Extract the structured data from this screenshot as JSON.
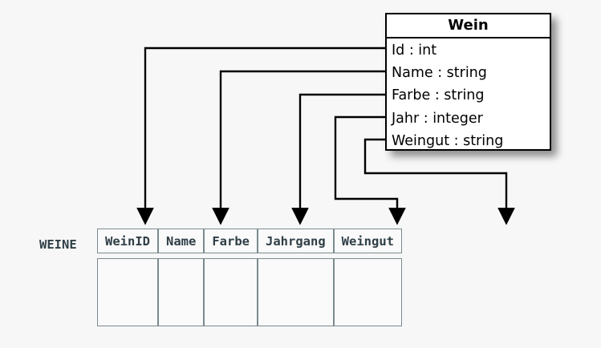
{
  "diagram": {
    "title_hidden": "",
    "background_color": "#f7f7f7",
    "line_color": "#000000",
    "table_border_color": "#7a8a8f",
    "table_text_color": "#2f3e46"
  },
  "uml_class": {
    "name": "Wein",
    "attributes": [
      {
        "label": "Id : int",
        "name": "Id",
        "type": "int"
      },
      {
        "label": "Name : string",
        "name": "Name",
        "type": "string"
      },
      {
        "label": "Farbe : string",
        "name": "Farbe",
        "type": "string"
      },
      {
        "label": "Jahr : integer",
        "name": "Jahr",
        "type": "integer"
      },
      {
        "label": "Weingut : string",
        "name": "Weingut",
        "type": "string"
      }
    ]
  },
  "relational_table": {
    "label": "WEINE",
    "columns": [
      {
        "header": "WeinID"
      },
      {
        "header": "Name"
      },
      {
        "header": "Farbe"
      },
      {
        "header": "Jahrgang"
      },
      {
        "header": "Weingut"
      }
    ],
    "rows": [
      {
        "cells": [
          "",
          "",
          "",
          "",
          ""
        ]
      }
    ]
  },
  "mappings": [
    {
      "from": "Id",
      "to": "WeinID"
    },
    {
      "from": "Name",
      "to": "Name"
    },
    {
      "from": "Farbe",
      "to": "Farbe"
    },
    {
      "from": "Jahr",
      "to": "Jahrgang"
    },
    {
      "from": "Weingut",
      "to": "Weingut"
    }
  ]
}
